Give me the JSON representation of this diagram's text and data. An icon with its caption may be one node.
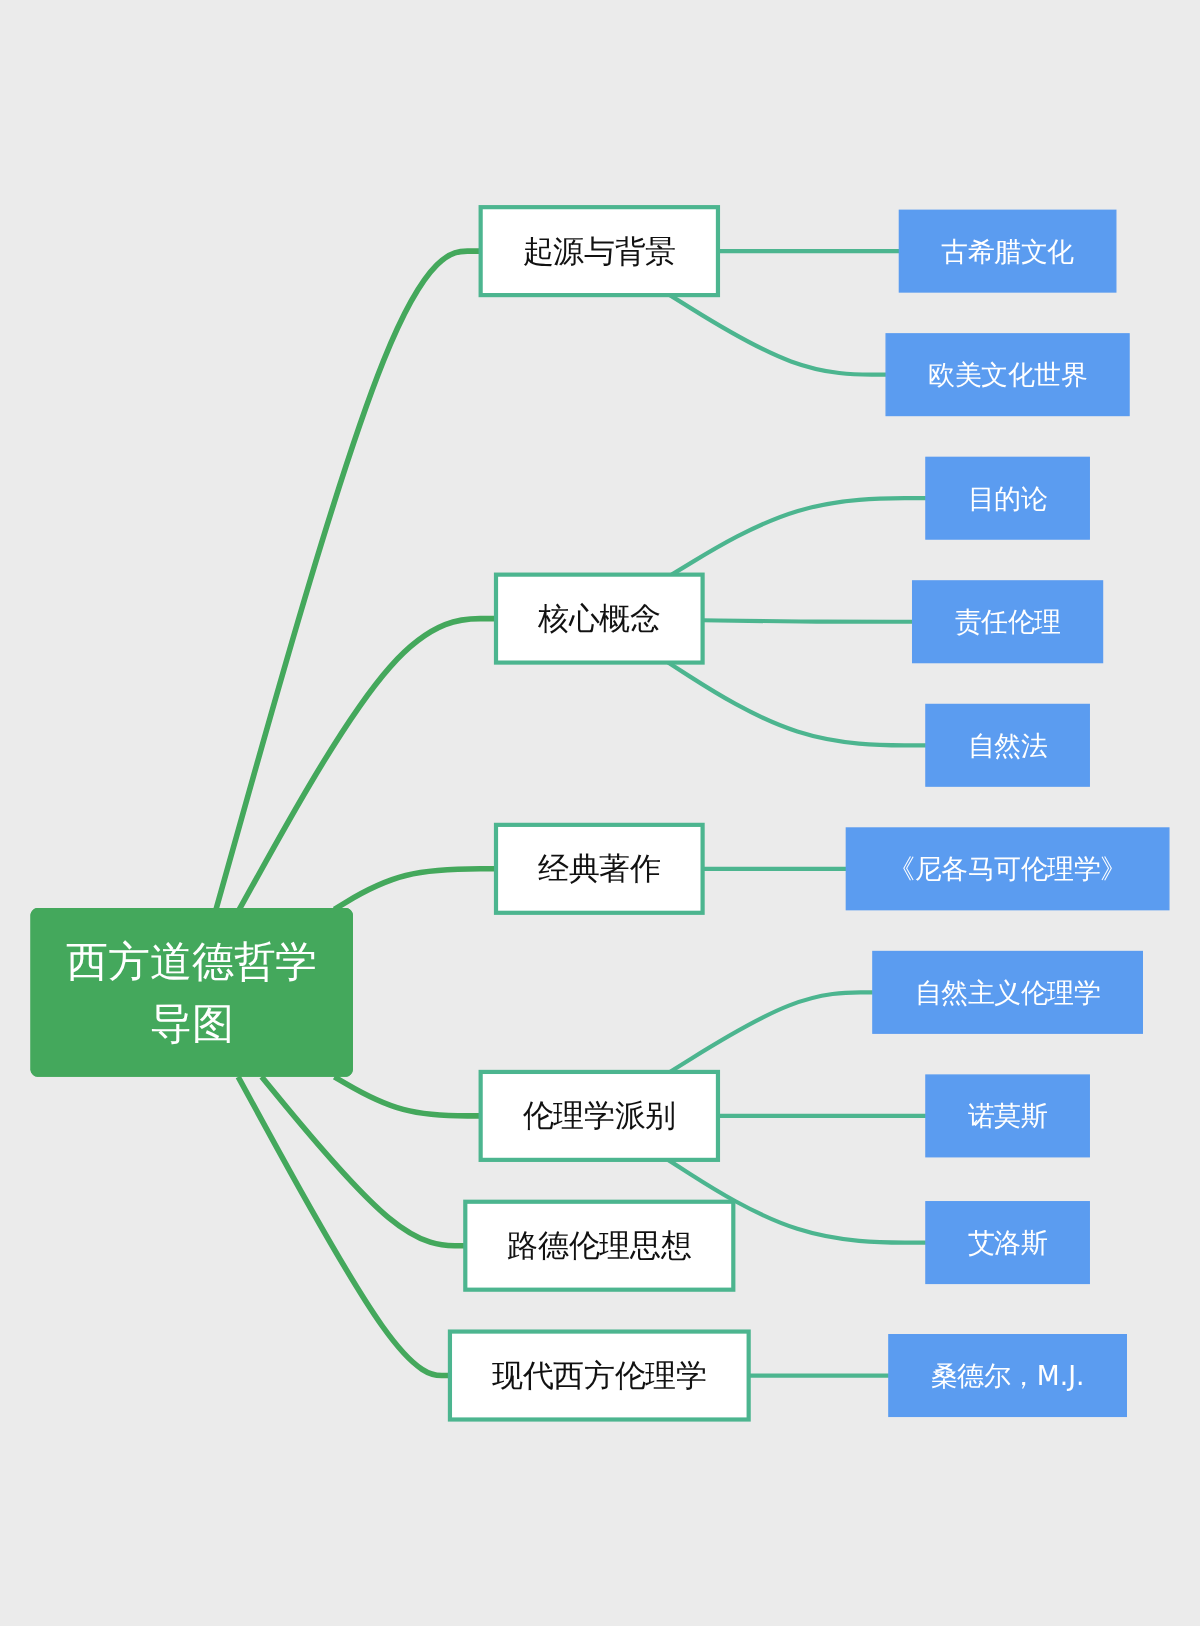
{
  "diagram": {
    "nodes": [
      {
        "text": [
          "西方道德哲学导图"
        ]
      },
      {
        "text": [
          "起源与背景"
        ]
      },
      {
        "text": [
          "古希腊文化"
        ]
      },
      {
        "text": [
          "欧美文化世界"
        ]
      },
      {
        "text": [
          "核心概念"
        ]
      },
      {
        "text": [
          "目的论"
        ]
      },
      {
        "text": [
          "责任伦理"
        ]
      },
      {
        "text": [
          "自然法"
        ]
      },
      {
        "text": [
          "经典著作"
        ]
      },
      {
        "text": [
          "《尼各马可伦理学》"
        ]
      },
      {
        "text": [
          "伦理学派别"
        ]
      },
      {
        "text": [
          "自然主义伦理学"
        ]
      },
      {
        "text": [
          "诺莫斯"
        ]
      },
      {
        "text": [
          "艾洛斯"
        ]
      },
      {
        "text": [
          "路德伦理思想"
        ]
      },
      {
        "text": [
          "现代西方伦理学"
        ]
      },
      {
        "text": [
          "桑德尔，M.J."
        ]
      }
    ],
    "edges": [
      {
        "from": 0,
        "to": 1,
        "arrow": "none",
        "color": "#44a85c"
      },
      {
        "from": 1,
        "to": 2,
        "arrow": "none"
      },
      {
        "from": 1,
        "to": 3,
        "arrow": "none"
      },
      {
        "from": 0,
        "to": 4,
        "arrow": "none",
        "color": "#44a85c"
      },
      {
        "from": 4,
        "to": 5,
        "arrow": "none"
      },
      {
        "from": 4,
        "to": 6,
        "arrow": "none"
      },
      {
        "from": 4,
        "to": 7,
        "arrow": "none"
      },
      {
        "from": 0,
        "to": 8,
        "arrow": "none",
        "color": "#44a85c"
      },
      {
        "from": 8,
        "to": 9,
        "arrow": "none"
      },
      {
        "from": 0,
        "to": 10,
        "arrow": "none",
        "color": "#44a85c"
      },
      {
        "from": 10,
        "to": 11,
        "arrow": "none"
      },
      {
        "from": 10,
        "to": 12,
        "arrow": "none"
      },
      {
        "from": 10,
        "to": 13,
        "arrow": "none"
      },
      {
        "from": 0,
        "to": 14,
        "arrow": "none",
        "color": "#44a85c"
      },
      {
        "from": 0,
        "to": 15,
        "arrow": "none",
        "color": "#44a85c"
      },
      {
        "from": 15,
        "to": 16,
        "arrow": "none"
      }
    ]
  }
}
